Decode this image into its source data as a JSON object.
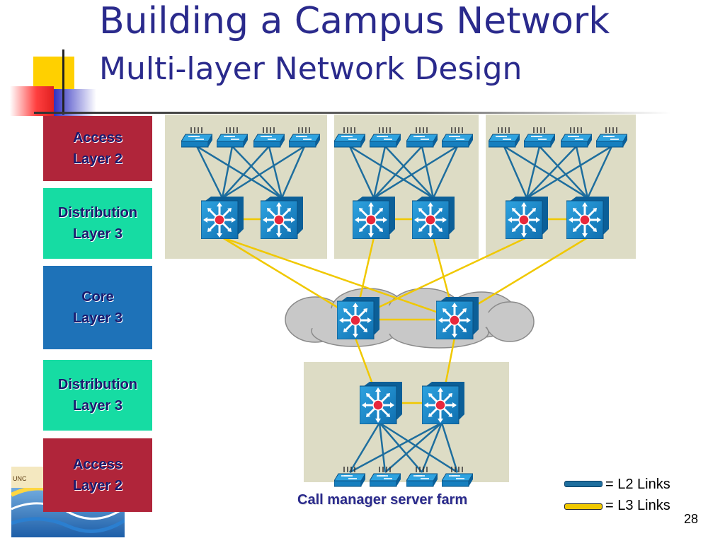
{
  "slide": {
    "title": "Building a Campus Network",
    "subtitle": "Multi-layer Network Design",
    "page_number": "28"
  },
  "layers": [
    {
      "line1": "Access",
      "line2": "Layer 2",
      "color": "#b0253a"
    },
    {
      "line1": "Distribution",
      "line2": "Layer 3",
      "color": "#16dca3"
    },
    {
      "line1": "Core",
      "line2": "Layer 3",
      "color": "#1e72b8"
    },
    {
      "line1": "Distribution",
      "line2": "Layer 3",
      "color": "#16dca3"
    },
    {
      "line1": "Access",
      "line2": "Layer 2",
      "color": "#b0253a"
    }
  ],
  "farm_label": "Call manager server farm",
  "legend": {
    "l2_label": "= L2 Links",
    "l3_label": "= L3 Links",
    "l2_color": "#1e6e9e",
    "l3_color": "#f0c800"
  },
  "colors": {
    "block_bg": "#dddcc5",
    "device": "#1a8ac9",
    "title": "#2a2a8c"
  },
  "icons": [
    "access-switch-icon",
    "multilayer-switch-icon",
    "cloud-icon"
  ]
}
